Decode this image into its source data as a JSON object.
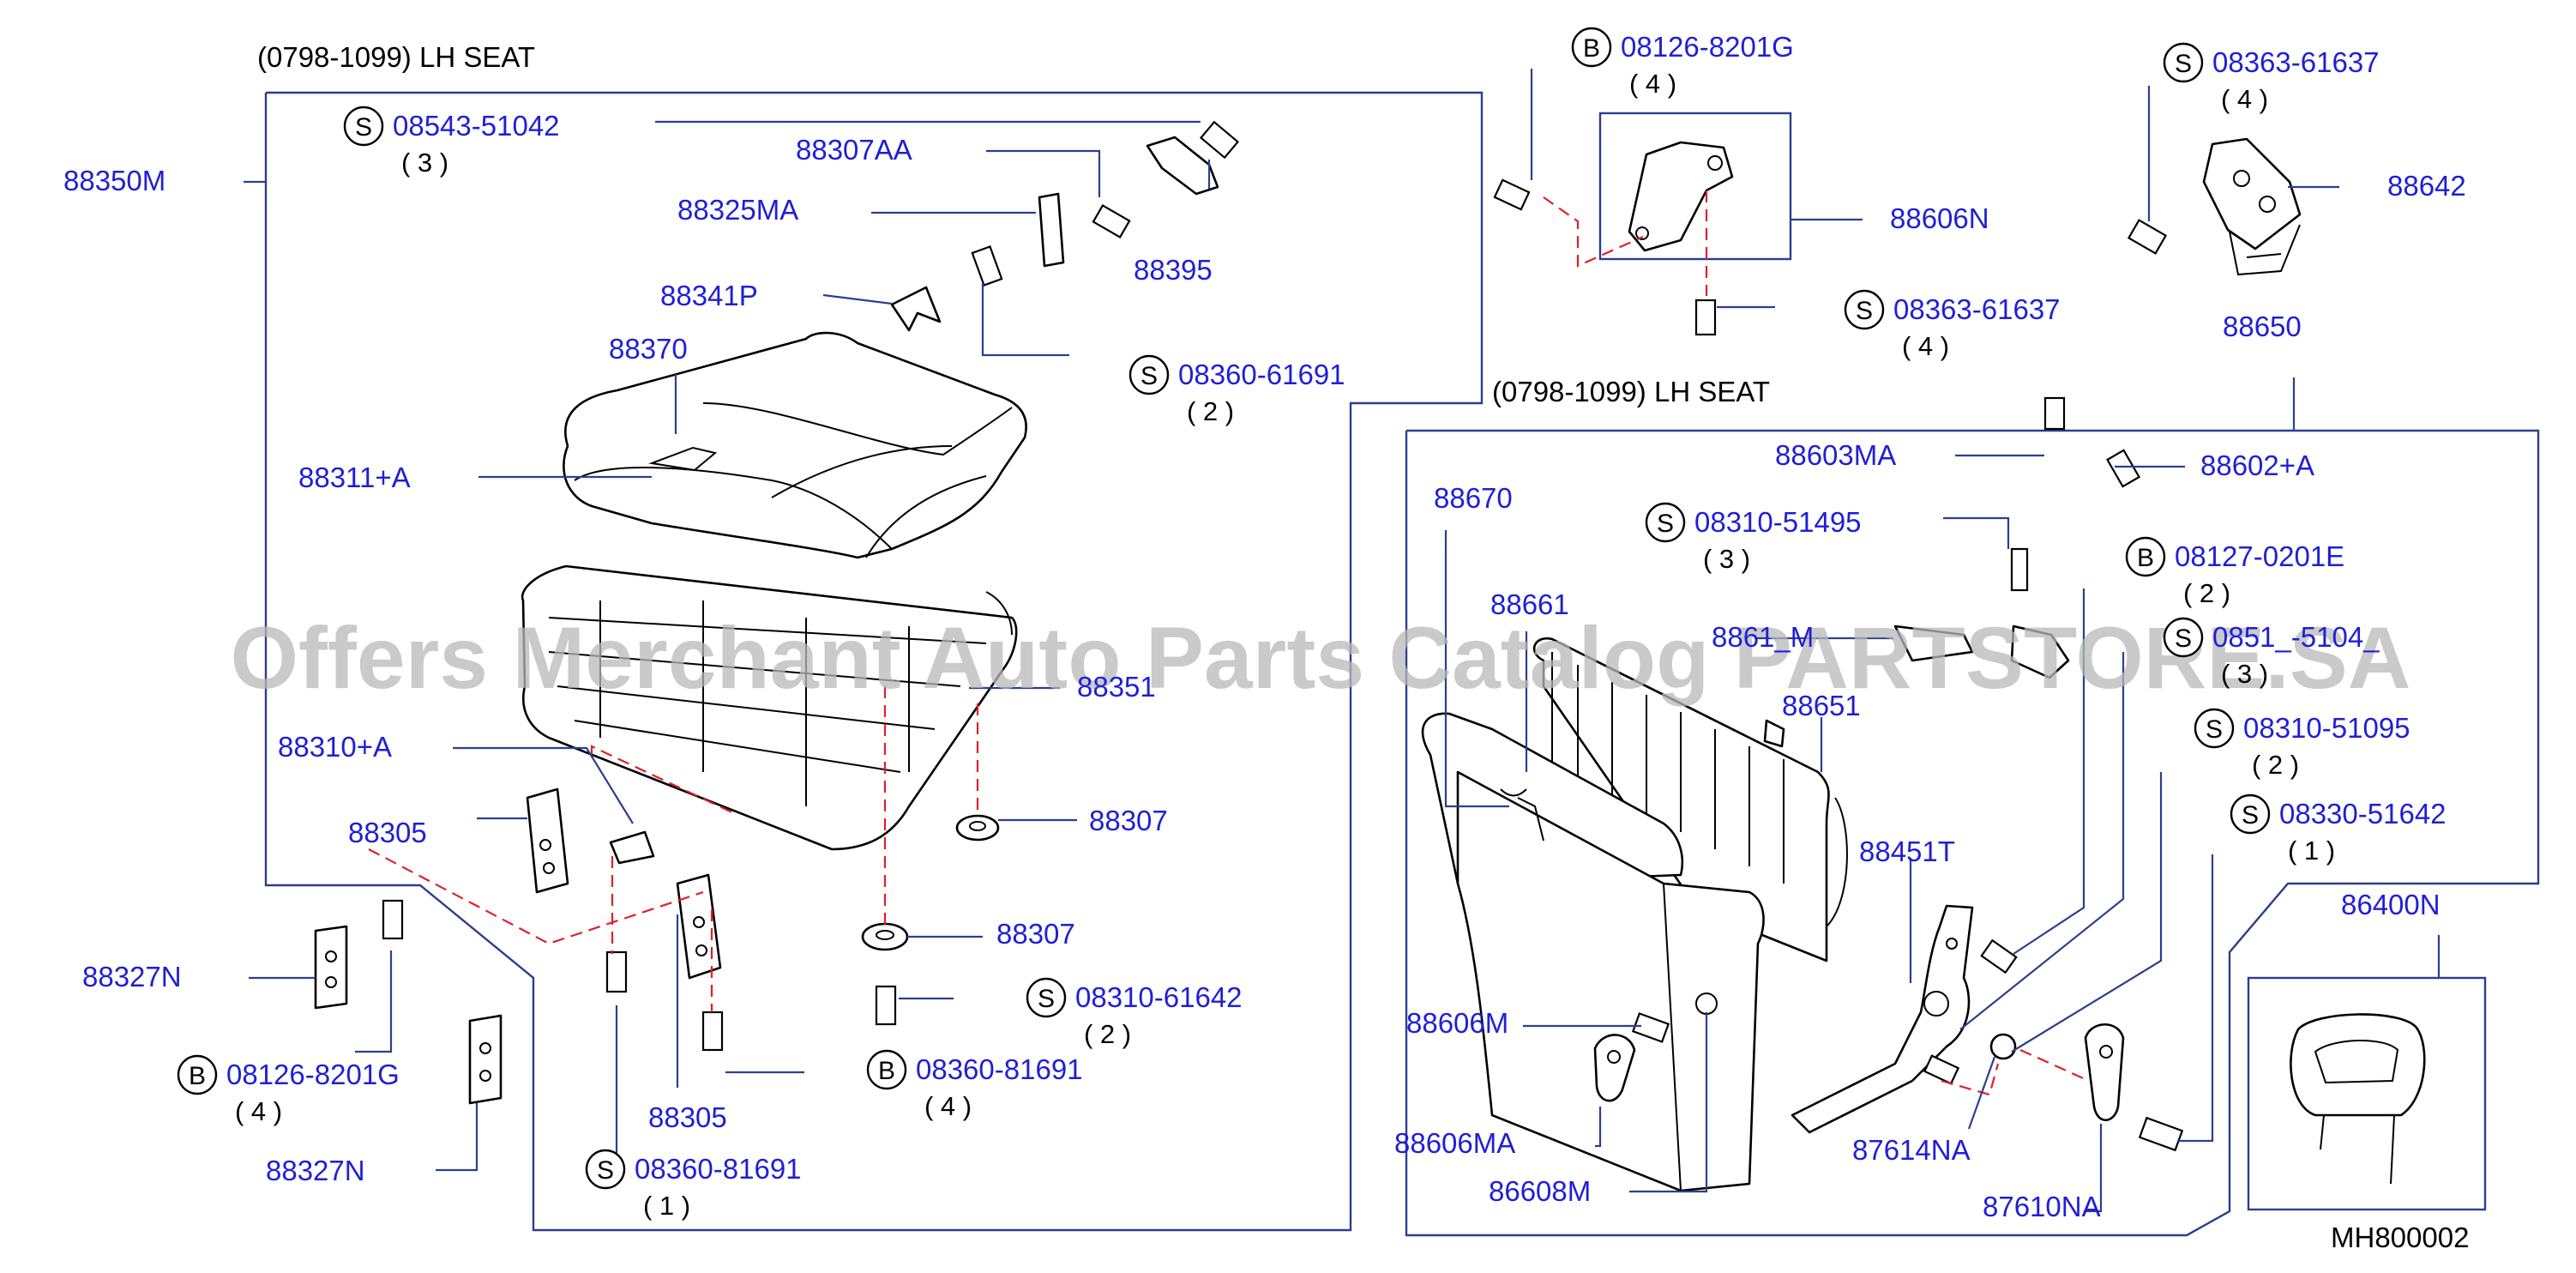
{
  "colors": {
    "part_number": "#1f1fd6",
    "leader_line": "#2b3f8f",
    "dashed_link": "#e0202a",
    "watermark": "#b8b8b8"
  },
  "diagram_code": "MH800002",
  "watermark": "Offers Merchant Auto Parts Catalog PARTSTORE.SA",
  "left_section": {
    "header": "(0798-1099)   LH   SEAT",
    "labels": [
      {
        "id": "l_88350m",
        "text": "88350M"
      },
      {
        "id": "l_08543",
        "text": "08543-51042",
        "tag": "S",
        "qty": "(  3  )"
      },
      {
        "id": "l_88307aa",
        "text": "88307AA"
      },
      {
        "id": "l_88325ma",
        "text": "88325MA"
      },
      {
        "id": "l_88395",
        "text": "88395"
      },
      {
        "id": "l_88341p",
        "text": "88341P"
      },
      {
        "id": "l_88370",
        "text": "88370"
      },
      {
        "id": "l_08360_61691",
        "text": "08360-61691",
        "tag": "S",
        "qty": "(  2  )"
      },
      {
        "id": "l_88311a",
        "text": "88311+A"
      },
      {
        "id": "l_88351",
        "text": "88351"
      },
      {
        "id": "l_88310a",
        "text": "88310+A"
      },
      {
        "id": "l_88307a",
        "text": "88307"
      },
      {
        "id": "l_88305a",
        "text": "88305"
      },
      {
        "id": "l_88307b",
        "text": "88307"
      },
      {
        "id": "l_08310_61642",
        "text": "08310-61642",
        "tag": "S",
        "qty": "(  2  )"
      },
      {
        "id": "l_88327na",
        "text": "88327N"
      },
      {
        "id": "l_08126_l",
        "text": "08126-8201G",
        "tag": "B",
        "qty": "(  4  )"
      },
      {
        "id": "l_88305b",
        "text": "88305"
      },
      {
        "id": "l_08360_81691b",
        "text": "08360-81691",
        "tag": "B",
        "qty": "(  4  )"
      },
      {
        "id": "l_88327nb",
        "text": "88327N"
      },
      {
        "id": "l_08360_81691s",
        "text": "08360-81691",
        "tag": "S",
        "qty": "(  1  )"
      }
    ]
  },
  "top_section": {
    "labels": [
      {
        "id": "t_08126",
        "text": "08126-8201G",
        "tag": "B",
        "qty": "(  4  )"
      },
      {
        "id": "t_88606n",
        "text": "88606N"
      },
      {
        "id": "t_08363a",
        "text": "08363-61637",
        "tag": "S",
        "qty": "(  4  )"
      },
      {
        "id": "t_08363b",
        "text": "08363-61637",
        "tag": "S",
        "qty": "(  4  )"
      },
      {
        "id": "t_88642",
        "text": "88642"
      },
      {
        "id": "t_88650",
        "text": "88650"
      }
    ]
  },
  "right_section": {
    "header": "(0798-1099)   LH   SEAT",
    "labels": [
      {
        "id": "r_88603ma",
        "text": "88603MA"
      },
      {
        "id": "r_88602a",
        "text": "88602+A"
      },
      {
        "id": "r_88670",
        "text": "88670"
      },
      {
        "id": "r_08310_51495",
        "text": "08310-51495",
        "tag": "S",
        "qty": "(  3  )"
      },
      {
        "id": "r_08127",
        "text": "08127-0201E",
        "tag": "B",
        "qty": "(  2  )"
      },
      {
        "id": "r_88661",
        "text": "88661"
      },
      {
        "id": "r_8861xm",
        "text": "8861_M"
      },
      {
        "id": "r_0851x",
        "text": "0851_-5104_",
        "tag": "S",
        "qty": "(  3  )"
      },
      {
        "id": "r_88651",
        "text": "88651"
      },
      {
        "id": "r_08310_51095",
        "text": "08310-51095",
        "tag": "S",
        "qty": "(  2  )"
      },
      {
        "id": "r_88451t",
        "text": "88451T"
      },
      {
        "id": "r_08330",
        "text": "08330-51642",
        "tag": "S",
        "qty": "(  1  )"
      },
      {
        "id": "r_86400n",
        "text": "86400N"
      },
      {
        "id": "r_88606m",
        "text": "88606M"
      },
      {
        "id": "r_88606ma",
        "text": "88606MA"
      },
      {
        "id": "r_87614na",
        "text": "87614NA"
      },
      {
        "id": "r_86608m",
        "text": "86608M"
      },
      {
        "id": "r_87610na",
        "text": "87610NA"
      }
    ]
  }
}
